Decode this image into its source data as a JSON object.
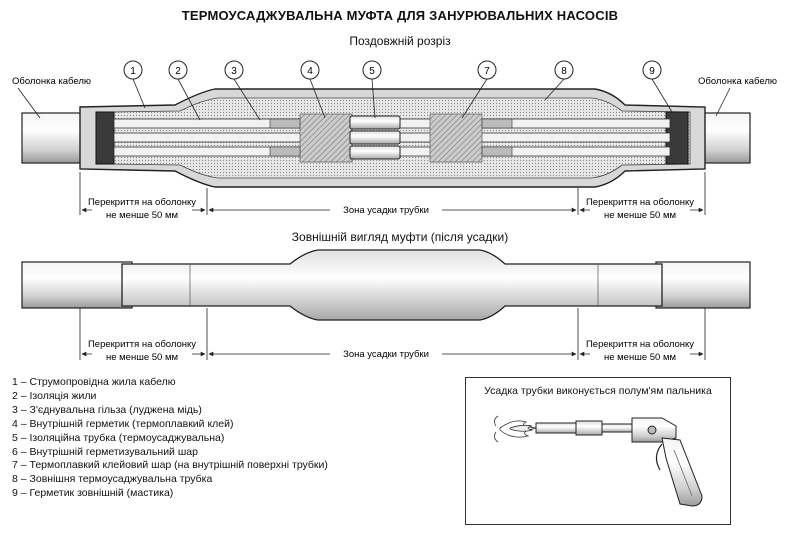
{
  "title": "ТЕРМОУСАДЖУВАЛЬНА МУФТА ДЛЯ ЗАНУРЮВАЛЬНИХ НАСОСІВ",
  "section_title": "Поздовжній розріз",
  "view_title": "Зовнішній вигляд муфти (після усадки)",
  "cable_sheath_label": "Оболонка кабелю",
  "overlap_label_line1": "Перекриття на оболонку",
  "overlap_label_line2": "не менше 50 мм",
  "shrink_zone_label": "Зона усадки трубки",
  "callouts": [
    "1",
    "2",
    "3",
    "4",
    "5",
    "7",
    "8",
    "9"
  ],
  "legend": [
    "1 – Струмопровідна жила кабелю",
    "2 – Ізоляція жили",
    "3 – З'єднувальна гільза (луджена мідь)",
    "4 – Внутрішній герметик (термоплавкий клей)",
    "5 – Ізоляційна трубка (термоусаджувальна)",
    "6 – Внутрішній герметизувальний шар",
    "7 – Термоплавкий клейовий шар (на внутрішній поверхні трубки)",
    "8 – Зовнішня термоусаджувальна трубка",
    "9 – Герметик зовнішній (мастика)"
  ],
  "torch_caption": "Усадка трубки виконується полум'ям пальника",
  "colors": {
    "line": "#222222",
    "fill_light": "#e6e6e6",
    "fill_mid": "#c8c8c8",
    "fill_dark": "#555555",
    "sheath": "#d9d9d9"
  }
}
